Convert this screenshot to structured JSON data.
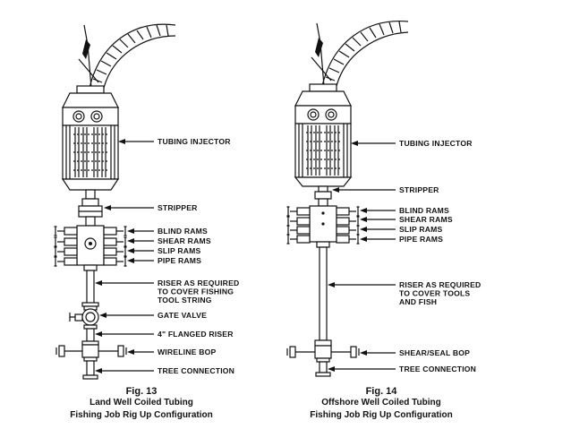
{
  "figures": [
    {
      "id": "fig13",
      "number": "Fig. 13",
      "caption_line1": "Land Well Coiled Tubing",
      "caption_line2": "Fishing Job Rig Up Configuration",
      "labels": [
        {
          "key": "tubing_injector",
          "lines": [
            "TUBING INJECTOR"
          ]
        },
        {
          "key": "stripper",
          "lines": [
            "STRIPPER"
          ]
        },
        {
          "key": "blind_rams",
          "lines": [
            "BLIND RAMS"
          ]
        },
        {
          "key": "shear_rams",
          "lines": [
            "SHEAR RAMS"
          ]
        },
        {
          "key": "slip_rams",
          "lines": [
            "SLIP RAMS"
          ]
        },
        {
          "key": "pipe_rams",
          "lines": [
            "PIPE RAMS"
          ]
        },
        {
          "key": "riser",
          "lines": [
            "RISER AS REQUIRED",
            "TO COVER FISHING",
            "TOOL STRING"
          ]
        },
        {
          "key": "gate_valve",
          "lines": [
            "GATE VALVE"
          ]
        },
        {
          "key": "flanged_riser",
          "lines": [
            "4\" FLANGED RISER"
          ]
        },
        {
          "key": "wireline_bop",
          "lines": [
            "WIRELINE BOP"
          ]
        },
        {
          "key": "tree_connection",
          "lines": [
            "TREE CONNECTION"
          ]
        }
      ]
    },
    {
      "id": "fig14",
      "number": "Fig. 14",
      "caption_line1": "Offshore Well Coiled Tubing",
      "caption_line2": "Fishing Job Rig Up Configuration",
      "labels": [
        {
          "key": "tubing_injector",
          "lines": [
            "TUBING INJECTOR"
          ]
        },
        {
          "key": "stripper",
          "lines": [
            "STRIPPER"
          ]
        },
        {
          "key": "blind_rams",
          "lines": [
            "BLIND RAMS"
          ]
        },
        {
          "key": "shear_rams",
          "lines": [
            "SHEAR RAMS"
          ]
        },
        {
          "key": "slip_rams",
          "lines": [
            "SLIP RAMS"
          ]
        },
        {
          "key": "pipe_rams",
          "lines": [
            "PIPE RAMS"
          ]
        },
        {
          "key": "riser",
          "lines": [
            "RISER AS REQUIRED",
            "TO COVER TOOLS",
            "AND FISH"
          ]
        },
        {
          "key": "shear_seal_bop",
          "lines": [
            "SHEAR/SEAL BOP"
          ]
        },
        {
          "key": "tree_connection",
          "lines": [
            "TREE CONNECTION"
          ]
        }
      ]
    }
  ]
}
